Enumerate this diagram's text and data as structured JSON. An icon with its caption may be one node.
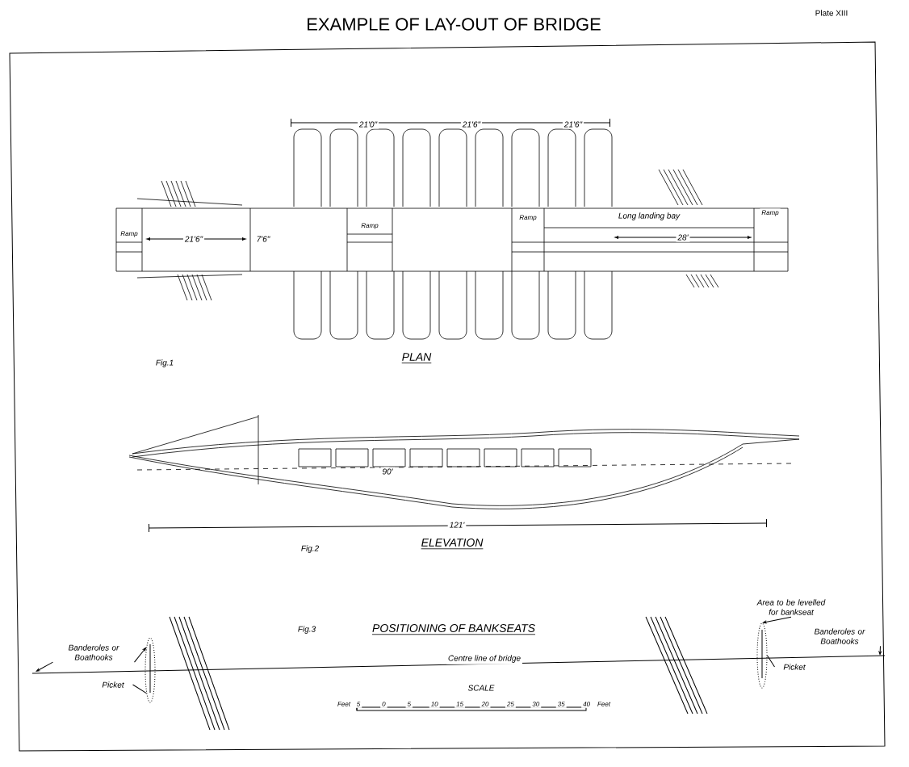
{
  "diagram": {
    "title": "EXAMPLE OF LAY-OUT OF BRIDGE",
    "nodes": [
      {
        "text": [
          "Banderoles or Boathooks"
        ]
      },
      {
        "text": [
          "Picket"
        ]
      },
      {
        "text": [
          "Area to be levelled for bankseat"
        ]
      },
      {
        "text": [
          "Banderoles or Boathooks"
        ]
      },
      {
        "text": [
          "Picket"
        ]
      },
      {
        "text": [],
        "shape": "picture"
      },
      {
        "text": [],
        "shape": "picture"
      }
    ],
    "edges": [
      {
        "from": 0,
        "to": null,
        "arrow": "to"
      },
      {
        "from": 0,
        "to": 5,
        "arrow": "to"
      },
      {
        "from": 1,
        "to": 5,
        "arrow": "none"
      },
      {
        "from": 2,
        "to": 6,
        "arrow": "to"
      },
      {
        "from": 3,
        "to": null,
        "arrow": "to"
      },
      {
        "from": 4,
        "to": 6,
        "arrow": "none"
      }
    ],
    "labels": [
      "Plate XIII",
      "21'0\"",
      "21'6\"",
      "21'6\"",
      "Ramp",
      "21'6\"",
      "7'6\"",
      "Ramp",
      "Ramp",
      "Long landing bay",
      "28'",
      "Ramp",
      "Fig.1",
      "PLAN",
      "90'",
      "121'",
      "Fig.2",
      "ELEVATION",
      "Fig.3",
      "POSITIONING OF BANKSEATS",
      "Centre line of bridge",
      "SCALE",
      "Feet",
      "5",
      "0",
      "5",
      "10",
      "15",
      "20",
      "25",
      "30",
      "35",
      "40",
      "Feet"
    ]
  }
}
